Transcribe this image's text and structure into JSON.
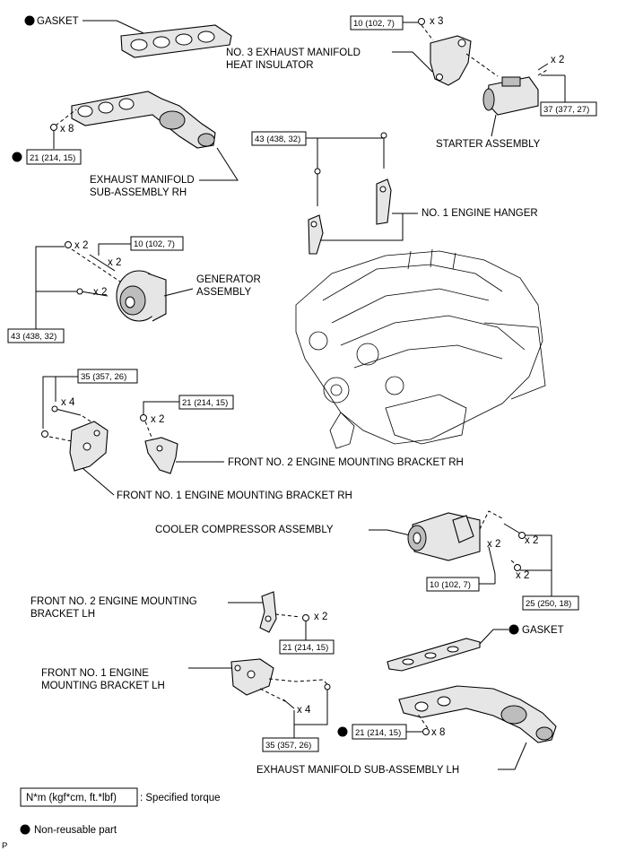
{
  "labels": {
    "gasket_top": "GASKET",
    "insulator": "NO. 3 EXHAUST MANIFOLD",
    "insulator2": "HEAT INSULATOR",
    "starter": "STARTER ASSEMBLY",
    "exh_rh1": "EXHAUST MANIFOLD",
    "exh_rh2": "SUB-ASSEMBLY RH",
    "hanger": "NO. 1 ENGINE HANGER",
    "generator1": "GENERATOR",
    "generator2": "ASSEMBLY",
    "front2_rh": "FRONT NO. 2 ENGINE MOUNTING BRACKET RH",
    "front1_rh": "FRONT NO. 1 ENGINE MOUNTING BRACKET RH",
    "cooler": "COOLER COMPRESSOR ASSEMBLY",
    "front2_lh1": "FRONT NO. 2 ENGINE MOUNTING",
    "front2_lh2": "BRACKET LH",
    "front1_lh1": "FRONT NO. 1 ENGINE",
    "front1_lh2": "MOUNTING BRACKET LH",
    "gasket_lh": "GASKET",
    "exh_lh": "EXHAUST MANIFOLD SUB-ASSEMBLY LH"
  },
  "torques": {
    "t1": "10 (102, 7)",
    "t2": "37 (377, 27)",
    "t3": "21 (214, 15)",
    "t4": "43 (438, 32)",
    "t5": "10 (102, 7)",
    "t6": "43 (438, 32)",
    "t7": "35 (357, 26)",
    "t8": "21 (214, 15)",
    "t9": "10 (102, 7)",
    "t10": "25 (250, 18)",
    "t11": "21 (214, 15)",
    "t12": "35 (357, 26)",
    "t13": "21 (214, 15)"
  },
  "qty": {
    "q_ins": "x 3",
    "q_starter": "x 2",
    "q_rh": "x 8",
    "q_gen_nut": "x 2",
    "q_gen_bolt1": "x 2",
    "q_gen_bolt2": "x 2",
    "q_f1rh": "x 4",
    "q_f2rh": "x 2",
    "q_cool_bolt": "x 2",
    "q_cool_stud": "x 2",
    "q_cool_nut": "x 2",
    "q_f2lh": "x 2",
    "q_f1lh": "x 4",
    "q_lh": "x 8"
  },
  "legend": {
    "torque_unit": "N*m (kgf*cm, ft.*lbf)",
    "torque_desc": ": Specified torque",
    "nonreusable": "Non-reusable part"
  },
  "footer_code": "P"
}
